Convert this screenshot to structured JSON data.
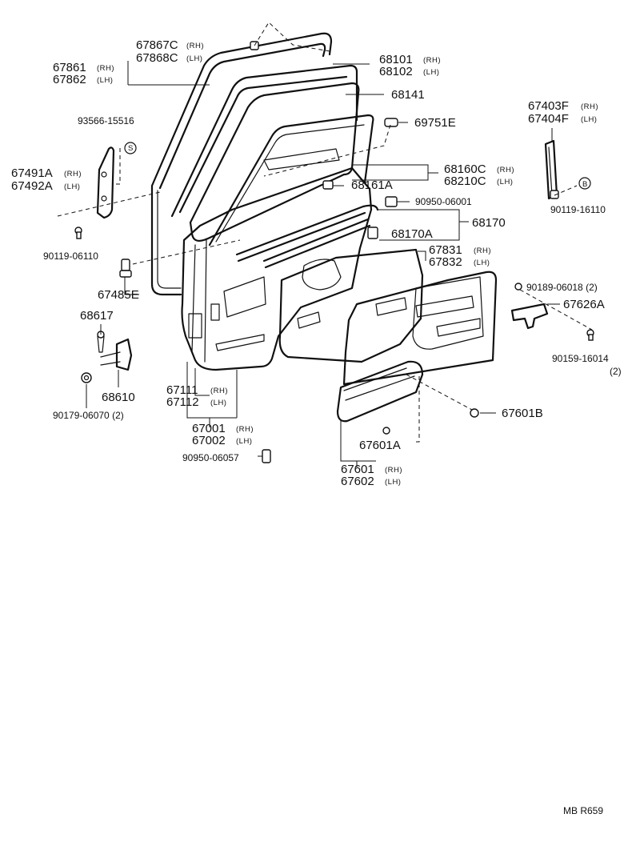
{
  "labels": {
    "p67867C": "67867C",
    "p67868C": "67868C",
    "p67861": "67861",
    "p67862": "67862",
    "p68101": "68101",
    "p68102": "68102",
    "p68141": "68141",
    "p93566": "93566-15516",
    "p69751E": "69751E",
    "p67403F": "67403F",
    "p67404F": "67404F",
    "p67491A": "67491A",
    "p67492A": "67492A",
    "p68160C": "68160C",
    "p68210C": "68210C",
    "p68161A": "68161A",
    "p90950_06001": "90950-06001",
    "p90119_16110": "90119-16110",
    "p68170": "68170",
    "p68170A": "68170A",
    "p90119_06110": "90119-06110",
    "p67831": "67831",
    "p67832": "67832",
    "p67485E": "67485E",
    "p90189": "90189-06018 (2)",
    "p67626A": "67626A",
    "p68617": "68617",
    "p90159": "90159-16014",
    "p90159_qty": "(2)",
    "p67111": "67111",
    "p67112": "67112",
    "p68610": "68610",
    "p67601B": "67601B",
    "p90179": "90179-06070 (2)",
    "p67001": "67001",
    "p67002": "67002",
    "p67601A": "67601A",
    "p90950_06057": "90950-06057",
    "p67601": "67601",
    "p67602": "67602"
  },
  "tags": {
    "rh": "(RH)",
    "lh": "(LH)",
    "s_marker": "S",
    "b_marker": "B"
  },
  "footer": {
    "code": "MB  R659"
  }
}
